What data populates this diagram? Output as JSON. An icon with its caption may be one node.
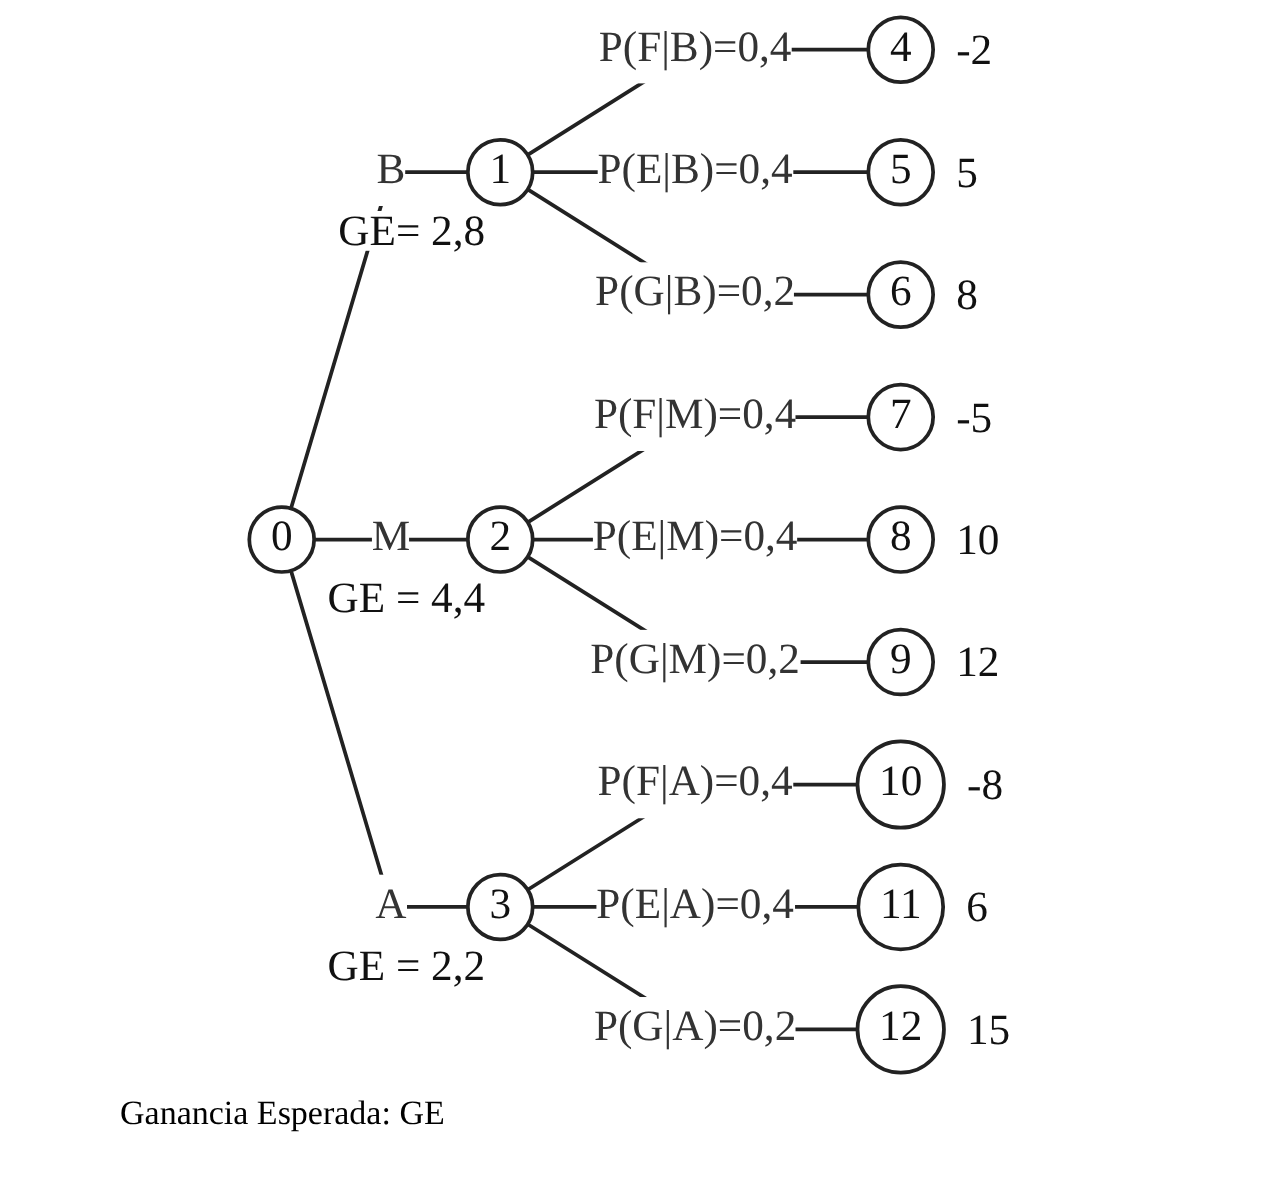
{
  "diagram": {
    "nodes": [
      {
        "text": [
          "0"
        ]
      },
      {
        "text": [
          "1"
        ],
        "beside": [
          "GE= 2,8"
        ]
      },
      {
        "text": [
          "2"
        ],
        "beside": [
          "GE = 4,4"
        ]
      },
      {
        "text": [
          "3"
        ],
        "beside": [
          "GE = 2,2"
        ]
      },
      {
        "text": [
          "4"
        ],
        "beside": [
          "-2"
        ]
      },
      {
        "text": [
          "5"
        ],
        "beside": [
          "5"
        ]
      },
      {
        "text": [
          "6"
        ],
        "beside": [
          "8"
        ]
      },
      {
        "text": [
          "7"
        ],
        "beside": [
          "-5"
        ]
      },
      {
        "text": [
          "8"
        ],
        "beside": [
          "10"
        ]
      },
      {
        "text": [
          "9"
        ],
        "beside": [
          "12"
        ]
      },
      {
        "text": [
          "10"
        ],
        "beside": [
          "-8"
        ]
      },
      {
        "text": [
          "11"
        ],
        "beside": [
          "6"
        ]
      },
      {
        "text": [
          "12"
        ],
        "beside": [
          "15"
        ]
      }
    ],
    "edges": [
      {
        "from": 0,
        "to": 1,
        "arrow": "none",
        "label": "B"
      },
      {
        "from": 0,
        "to": 2,
        "arrow": "none",
        "label": "M"
      },
      {
        "from": 0,
        "to": 3,
        "arrow": "none",
        "label": "A"
      },
      {
        "from": 1,
        "to": 4,
        "arrow": "none",
        "label": "P(F|B)=0,4"
      },
      {
        "from": 1,
        "to": 5,
        "arrow": "none",
        "label": "P(E|B)=0,4"
      },
      {
        "from": 1,
        "to": 6,
        "arrow": "none",
        "label": "P(G|B)=0,2"
      },
      {
        "from": 2,
        "to": 7,
        "arrow": "none",
        "label": "P(F|M)=0,4"
      },
      {
        "from": 2,
        "to": 8,
        "arrow": "none",
        "label": "P(E|M)=0,4"
      },
      {
        "from": 2,
        "to": 9,
        "arrow": "none",
        "label": "P(G|M)=0,2"
      },
      {
        "from": 3,
        "to": 10,
        "arrow": "none",
        "label": "P(F|A)=0,4"
      },
      {
        "from": 3,
        "to": 11,
        "arrow": "none",
        "label": "P(E|A)=0,4"
      },
      {
        "from": 3,
        "to": 12,
        "arrow": "none",
        "label": "P(G|A)=0,2"
      }
    ],
    "labels": [
      "Ganancia Esperada: GE"
    ]
  }
}
